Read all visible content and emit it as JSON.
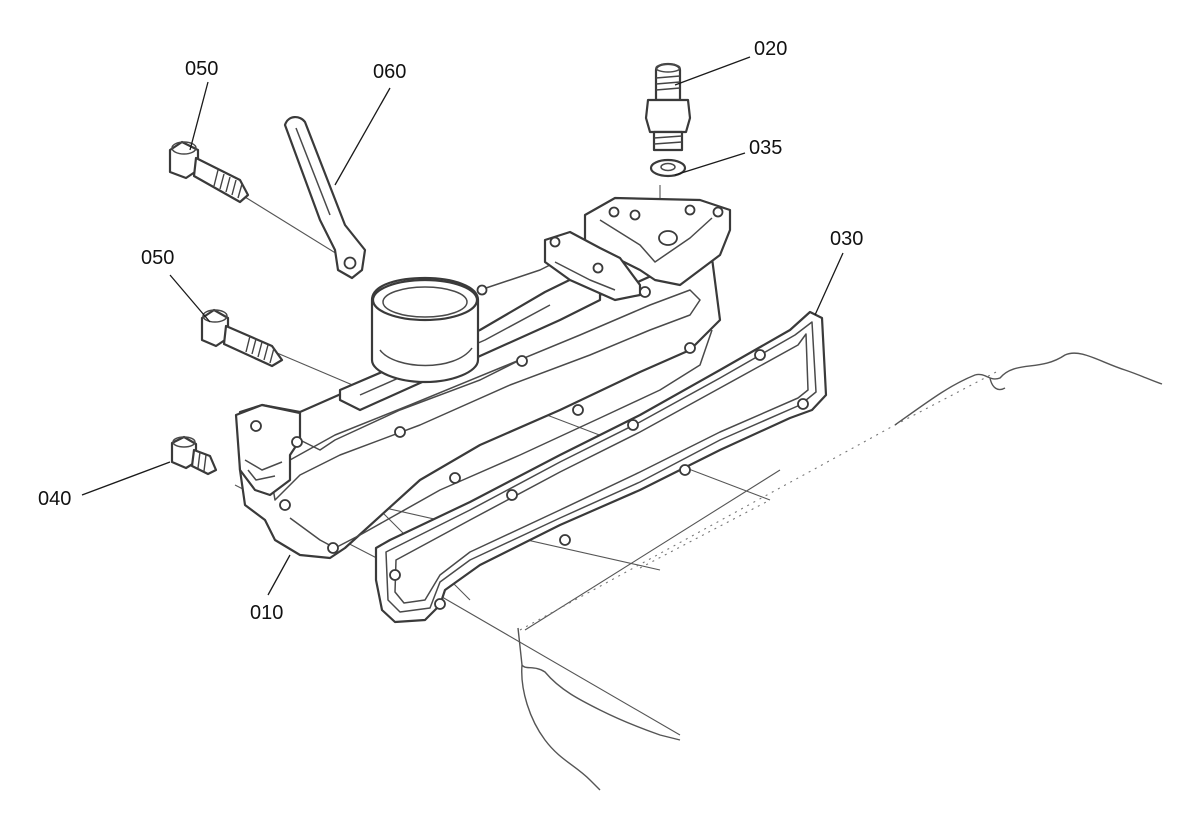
{
  "callouts": {
    "c050a": "050",
    "c060": "060",
    "c020": "020",
    "c035": "035",
    "c030": "030",
    "c050b": "050",
    "c040": "040",
    "c010": "010"
  }
}
